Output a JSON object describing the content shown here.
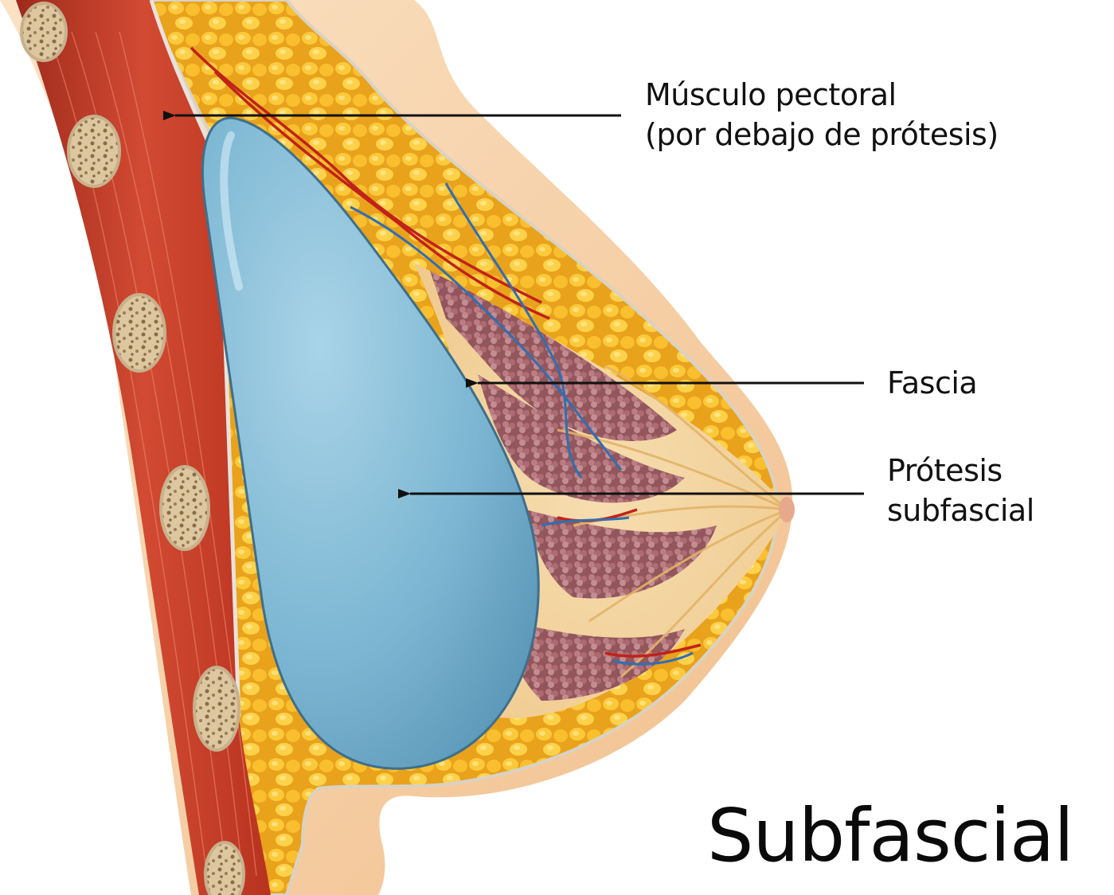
{
  "labels": {
    "pectoral_line1": "Músculo pectoral",
    "pectoral_line2": "(por debajo de prótesis)",
    "fascia": "Fascia",
    "protesis_line1": "Prótesis",
    "protesis_line2": "subfascial"
  },
  "title": "Subfascial",
  "colors": {
    "muscle": "#c8402b",
    "fat": "#f5b82a",
    "skin": "#f6cfa4",
    "implant": "#7fbad6",
    "gland": "#9a5a62",
    "vein": "#2f6fb3",
    "artery": "#c0221a",
    "bone": "#d9c4a0"
  }
}
